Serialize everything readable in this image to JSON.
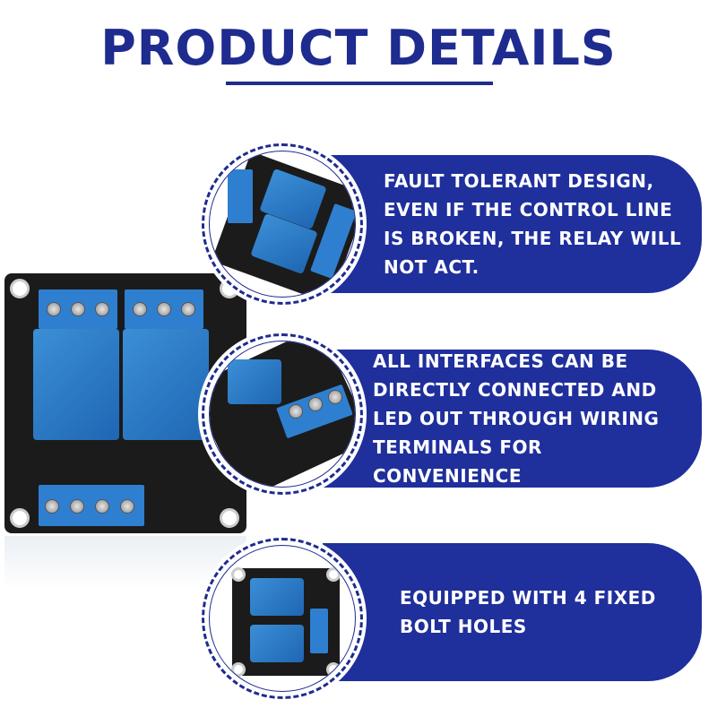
{
  "header": {
    "title": "PRODUCT DETAILS"
  },
  "features": [
    {
      "text": "FAULT TOLERANT DESIGN, EVEN IF THE CONTROL LINE IS BROKEN, THE RELAY WILL NOT ACT."
    },
    {
      "text": "ALL INTERFACES CAN BE DIRECTLY CONNECTED AND LED OUT THROUGH WIRING TERMINALS FOR CONVENIENCE"
    },
    {
      "text": "EQUIPPED WITH 4 FIXED BOLT HOLES"
    }
  ],
  "colors": {
    "brand": "#1e2b8f",
    "banner": "#1f2f9c",
    "relay": "#2f7fd0"
  }
}
